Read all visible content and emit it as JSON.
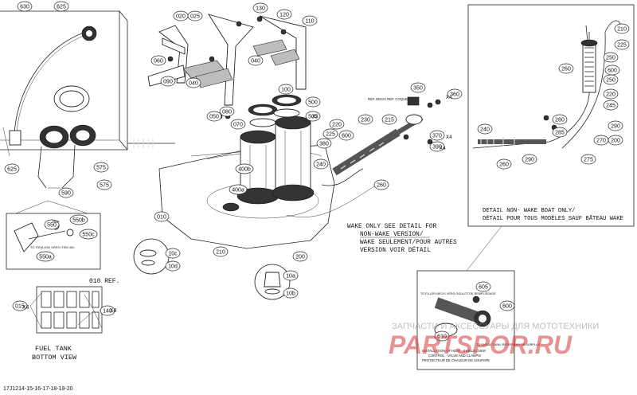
{
  "diagram_id": "17J1214-15-16-17-18-19-20",
  "watermark": {
    "subtitle": "ЗАПЧАСТИ И АКСЕССУАРЫ ДЛЯ МОТОТЕХНИКИ",
    "logo": "PARTSPOR.RU"
  },
  "callouts": [
    {
      "id": "c630",
      "text": "630"
    },
    {
      "id": "c625a",
      "text": "625"
    },
    {
      "id": "c625b",
      "text": "625"
    },
    {
      "id": "c575a",
      "text": "575"
    },
    {
      "id": "c575b",
      "text": "575"
    },
    {
      "id": "c590",
      "text": "590"
    },
    {
      "id": "c020",
      "text": "020"
    },
    {
      "id": "c025",
      "text": "025"
    },
    {
      "id": "c130",
      "text": "130"
    },
    {
      "id": "c120",
      "text": "120"
    },
    {
      "id": "c110",
      "text": "110"
    },
    {
      "id": "c060",
      "text": "060"
    },
    {
      "id": "c040a",
      "text": "040"
    },
    {
      "id": "c040b",
      "text": "040"
    },
    {
      "id": "c090",
      "text": "090"
    },
    {
      "id": "c100",
      "text": "100"
    },
    {
      "id": "c050",
      "text": "050"
    },
    {
      "id": "c070",
      "text": "070"
    },
    {
      "id": "c080",
      "text": "080"
    },
    {
      "id": "c500",
      "text": "500"
    },
    {
      "id": "c505",
      "text": "505"
    },
    {
      "id": "c400b",
      "text": "400b"
    },
    {
      "id": "c400a",
      "text": "400a"
    },
    {
      "id": "c010",
      "text": "010"
    },
    {
      "id": "c210a",
      "text": "210"
    },
    {
      "id": "c200a",
      "text": "200"
    },
    {
      "id": "c225",
      "text": "225"
    },
    {
      "id": "c220",
      "text": "220"
    },
    {
      "id": "c230",
      "text": "230"
    },
    {
      "id": "c215",
      "text": "215"
    },
    {
      "id": "c600a",
      "text": "600"
    },
    {
      "id": "c240a",
      "text": "240"
    },
    {
      "id": "c260a",
      "text": "260"
    },
    {
      "id": "c350",
      "text": "350"
    },
    {
      "id": "c360",
      "text": "360"
    },
    {
      "id": "c370",
      "text": "370"
    },
    {
      "id": "c380",
      "text": "380"
    },
    {
      "id": "c390",
      "text": "390"
    },
    {
      "id": "c10c",
      "text": "10c"
    },
    {
      "id": "c10d",
      "text": "10d"
    },
    {
      "id": "c10a",
      "text": "10a"
    },
    {
      "id": "c10b",
      "text": "10b"
    },
    {
      "id": "c210b",
      "text": "210"
    },
    {
      "id": "c225b",
      "text": "225"
    },
    {
      "id": "c250a",
      "text": "250"
    },
    {
      "id": "c600b",
      "text": "600"
    },
    {
      "id": "c260b",
      "text": "260"
    },
    {
      "id": "c250b",
      "text": "250"
    },
    {
      "id": "c220b",
      "text": "220"
    },
    {
      "id": "c245",
      "text": "245"
    },
    {
      "id": "c280",
      "text": "280"
    },
    {
      "id": "c285",
      "text": "285"
    },
    {
      "id": "c290a",
      "text": "290"
    },
    {
      "id": "c240b",
      "text": "240"
    },
    {
      "id": "c270",
      "text": "270"
    },
    {
      "id": "c200b",
      "text": "200"
    },
    {
      "id": "c275",
      "text": "275"
    },
    {
      "id": "c290b",
      "text": "290"
    },
    {
      "id": "c260c",
      "text": "260"
    },
    {
      "id": "c605",
      "text": "605"
    },
    {
      "id": "c600c",
      "text": "600"
    },
    {
      "id": "c610",
      "text": "610"
    },
    {
      "id": "c015",
      "text": "015"
    },
    {
      "id": "c140",
      "text": "140"
    },
    {
      "id": "c550b",
      "text": "550b"
    },
    {
      "id": "c550c",
      "text": "550c"
    },
    {
      "id": "c550a",
      "text": "550a"
    },
    {
      "id": "c550",
      "text": "550"
    }
  ],
  "labels": {
    "ref_010": "010 REF.",
    "x4_a": "X4",
    "x4_b": "X4",
    "x4_c": "X4",
    "x4_d": "X4",
    "x4_e": "X4",
    "x2": "X2",
    "fuel_tank_line1": "FUEL TANK",
    "fuel_tank_line2": "BOTTOM VIEW",
    "detail_nonwake_1": "DETAIL NON- WAKE BOAT ONLY/",
    "detail_nonwake_2": "DÉTAIL POUR TOUS MODÈLES SAUF BÂTEAU WAKE",
    "wake_1": "WAKE ONLY SEE DETAIL FOR",
    "wake_2": "NON-WAKE VERSION/",
    "wake_3": "WAKE SEULEMENT/POUR AUTRES",
    "wake_4": "VERSION VOIR DÉTAIL",
    "ref_cockpit": "REF. DECK/ REF. COQUE",
    "to_item_400": "TO ITEM 400/ VERS ITEM 400",
    "ref_550": "REF",
    "to_filler_neck": "TO FILLER NECK/ VERS GOULOT DE REMPLISSAGE",
    "install_heat_1": "INSTALLATION OF HEAT - SHIELD OVER",
    "install_heat_2": "CONTROL - VALVE AND CLAMPS/",
    "install_heat_3": "PROTECTEUR DE CHALEUR DE SOUPAPE",
    "to_surge": "TO SURGE TANK/ RÉSERVOIR DE SURPLUS"
  }
}
